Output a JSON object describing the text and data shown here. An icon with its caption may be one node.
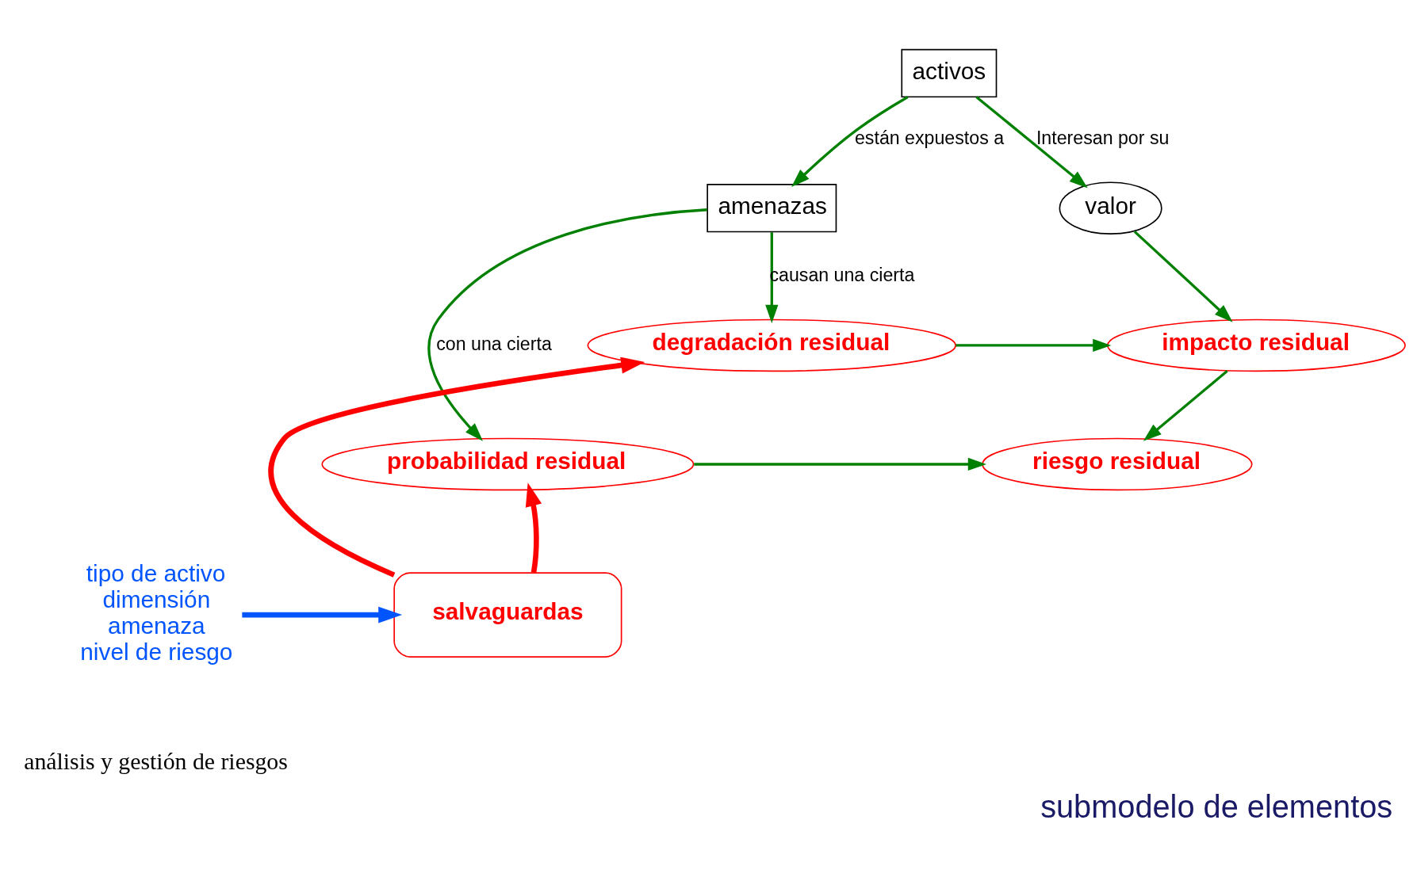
{
  "diagram": {
    "title": "submodelo de elementos",
    "nodes": [
      {
        "text": [
          "activos"
        ]
      },
      {
        "text": [
          "amenazas"
        ]
      },
      {
        "text": [
          "valor"
        ]
      },
      {
        "text": [
          "degradación residual"
        ]
      },
      {
        "text": [
          "probabilidad residual"
        ]
      },
      {
        "text": [
          "impacto residual"
        ]
      },
      {
        "text": [
          "riesgo residual"
        ]
      },
      {
        "text": [
          "salvaguardas"
        ]
      },
      {
        "text": [
          "tipo de activo",
          "dimensión",
          "amenaza",
          "nivel de riesgo"
        ]
      }
    ],
    "edges": [
      {
        "from": 0,
        "to": 1,
        "arrow": "to",
        "label": "están expuestos a"
      },
      {
        "from": 0,
        "to": 2,
        "arrow": "to",
        "label": "Interesan por su"
      },
      {
        "from": 1,
        "to": 3,
        "arrow": "to",
        "label": "causan una cierta"
      },
      {
        "from": 1,
        "to": 4,
        "arrow": "to",
        "label": "con una cierta"
      },
      {
        "from": 2,
        "to": 5,
        "arrow": "to"
      },
      {
        "from": 3,
        "to": 5,
        "arrow": "to"
      },
      {
        "from": 4,
        "to": 6,
        "arrow": "to"
      },
      {
        "from": 5,
        "to": 6,
        "arrow": "to"
      },
      {
        "from": 7,
        "to": 3,
        "arrow": "to",
        "style": "thick",
        "color": "#ff0000"
      },
      {
        "from": 7,
        "to": 4,
        "arrow": "to",
        "style": "thick",
        "color": "#ff0000"
      },
      {
        "from": 8,
        "to": 7,
        "arrow": "to",
        "style": "thick",
        "color": "#0055ff"
      }
    ],
    "labels": [
      "análisis y gestión de riesgos"
    ]
  }
}
